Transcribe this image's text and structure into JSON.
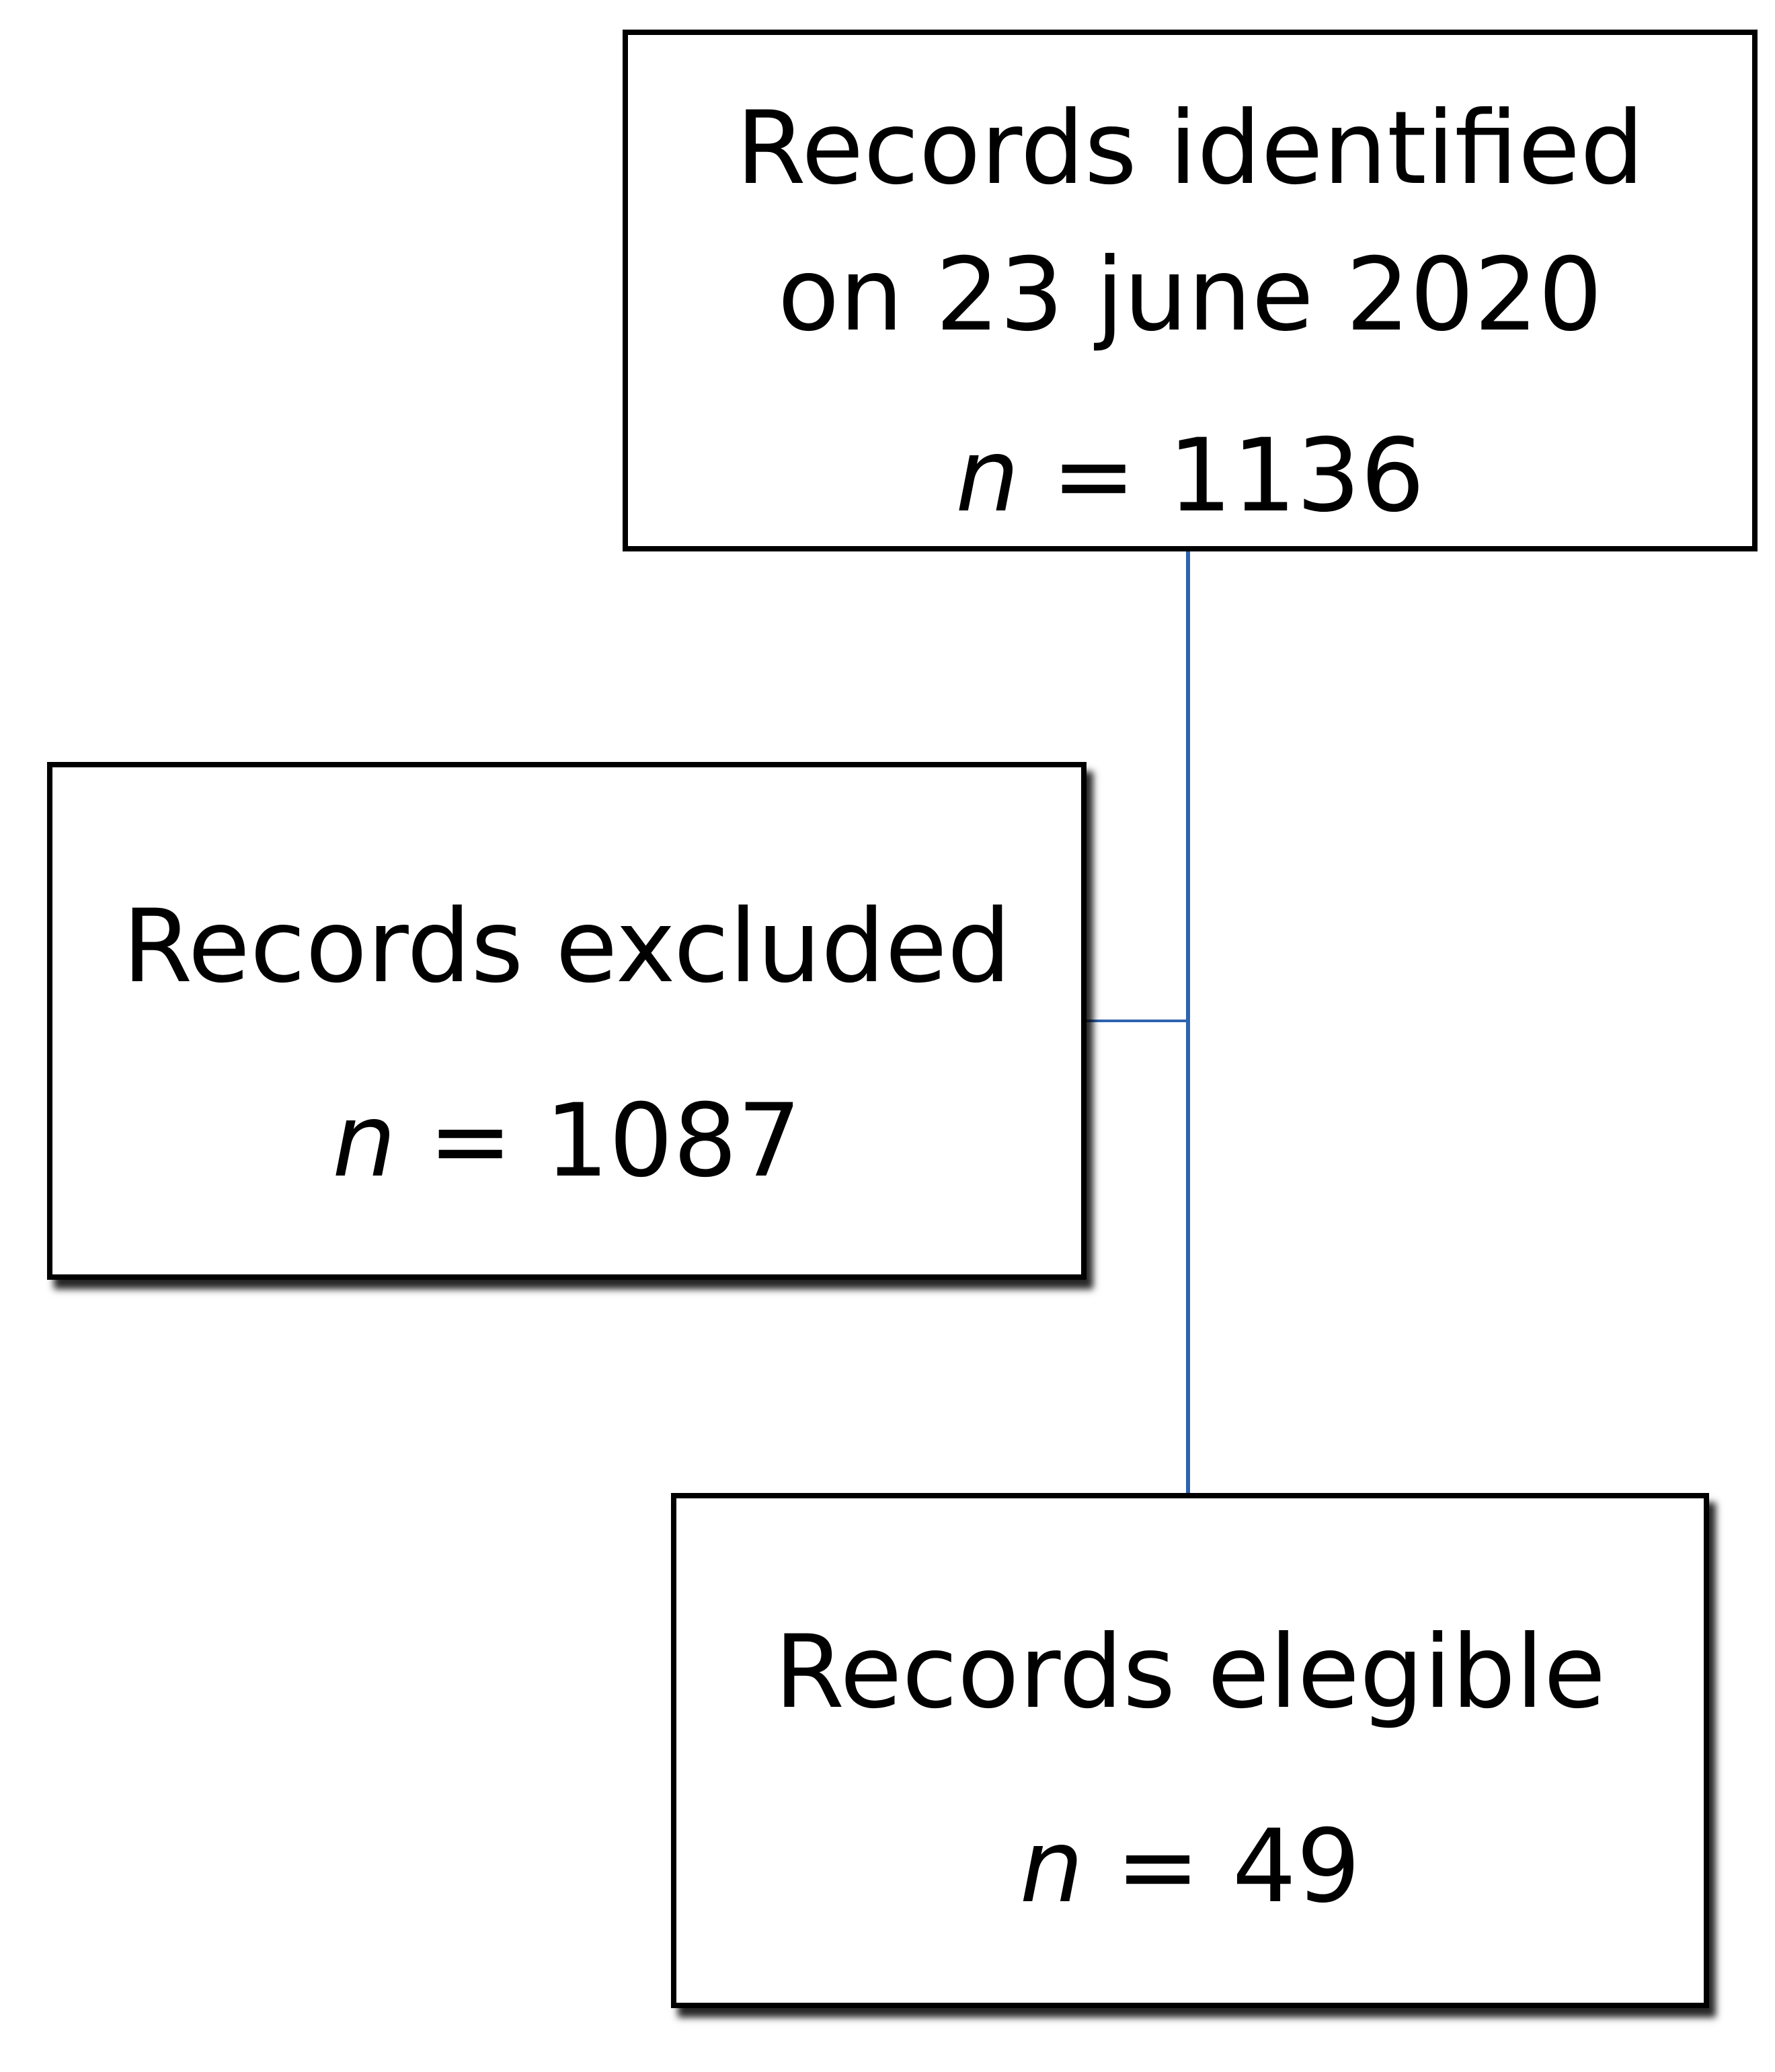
{
  "diagram": {
    "line_color": "#2e63b0",
    "boxes": {
      "identified": {
        "title": "Records identified on 23 june 2020",
        "n_label": "n",
        "count_text": "= 1136"
      },
      "excluded": {
        "title": "Records excluded",
        "n_label": "n",
        "count_text": "= 1087"
      },
      "eligible": {
        "title": "Records elegible",
        "n_label": "n",
        "count_text": "= 49"
      }
    }
  }
}
